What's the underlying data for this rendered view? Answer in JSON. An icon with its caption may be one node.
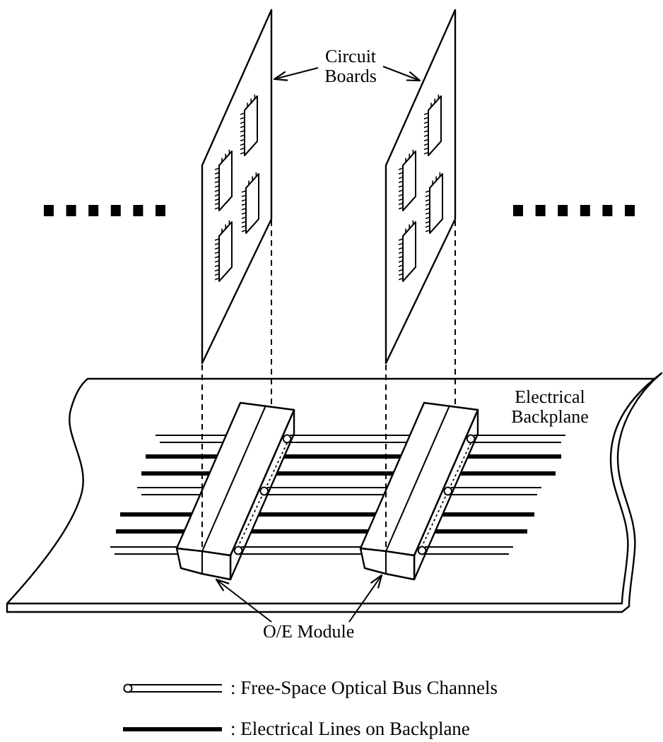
{
  "diagram": {
    "nodes": [
      {
        "text": [
          "Circuit Boards"
        ]
      },
      {
        "text": [],
        "shape": "picture"
      },
      {
        "text": [],
        "shape": "picture"
      },
      {
        "text": [
          "Electrical Backplane"
        ]
      },
      {
        "text": [],
        "shape": "box",
        "in": 3
      },
      {
        "text": [],
        "shape": "box",
        "in": 3
      },
      {
        "text": [
          "O/E Module"
        ]
      }
    ],
    "edges": [
      {
        "from": 0,
        "to": 1,
        "arrow": "to"
      },
      {
        "from": 0,
        "to": 2,
        "arrow": "to"
      },
      {
        "from": 1,
        "to": 4,
        "arrow": "none",
        "style": "dashed"
      },
      {
        "from": 1,
        "to": 4,
        "arrow": "none",
        "style": "dashed"
      },
      {
        "from": 2,
        "to": 5,
        "arrow": "none",
        "style": "dashed"
      },
      {
        "from": 2,
        "to": 5,
        "arrow": "none",
        "style": "dashed"
      },
      {
        "from": 6,
        "to": 4,
        "arrow": "to"
      },
      {
        "from": 6,
        "to": 5,
        "arrow": "to"
      }
    ],
    "legend": [
      {
        "text": ": Free-Space Optical Bus Channels"
      },
      {
        "text": ": Electrical Lines on Backplane"
      }
    ]
  }
}
